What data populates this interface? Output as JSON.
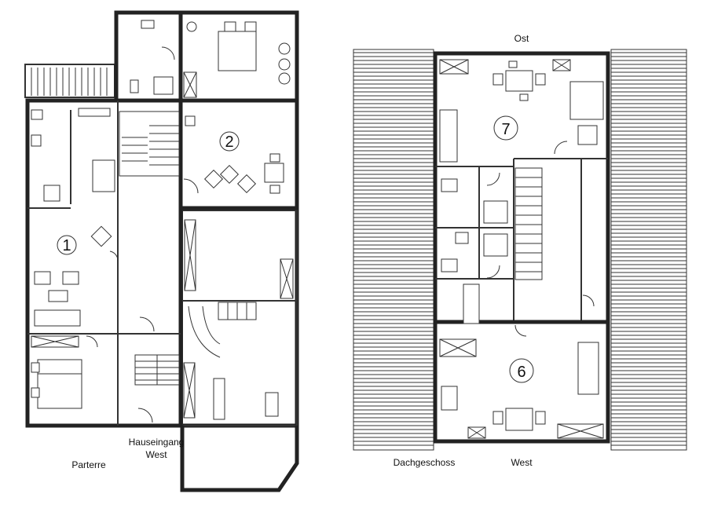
{
  "ground_floor": {
    "caption": "Parterre",
    "entrance_line1": "Hauseingang",
    "entrance_line2": "West",
    "apartments": [
      "1",
      "2"
    ]
  },
  "attic_floor": {
    "caption": "Dachgeschoss",
    "top_label": "Ost",
    "bottom_label": "West",
    "apartments": [
      "7",
      "6"
    ]
  }
}
